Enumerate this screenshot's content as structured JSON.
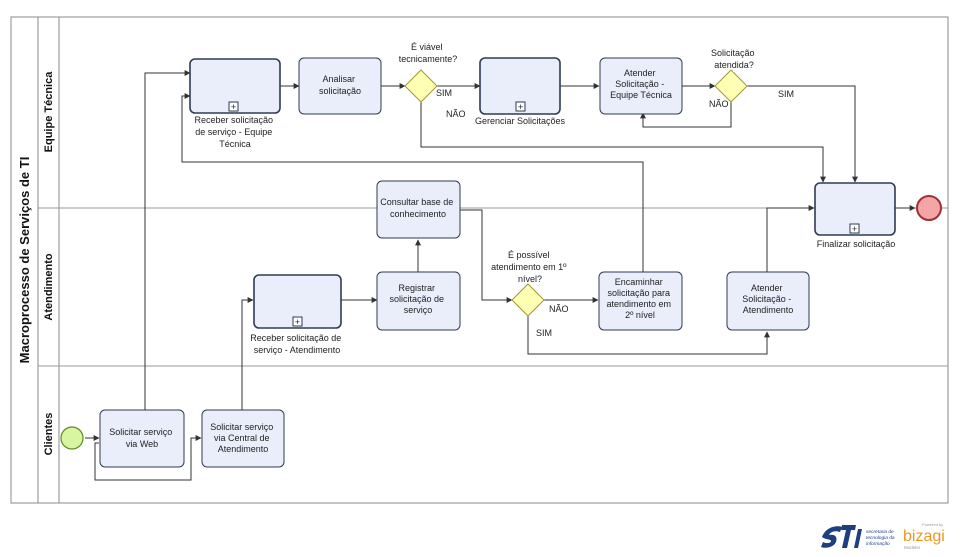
{
  "pool": {
    "title": "Macroprocesso de Serviços de TI"
  },
  "lanes": [
    {
      "id": "equipe",
      "title": "Equipe Técnica"
    },
    {
      "id": "atend",
      "title": "Atendimento"
    },
    {
      "id": "clientes",
      "title": "Clientes"
    }
  ],
  "tasks": {
    "receber_equipe": {
      "label": [
        "Receber solicitação",
        "de serviço - Equipe",
        "Técnica"
      ],
      "subprocess": true
    },
    "analisar": {
      "label": [
        "Analisar",
        "solicitação"
      ],
      "subprocess": false
    },
    "gerenciar": {
      "label": [
        "Gerenciar Solicitações"
      ],
      "subprocess": true
    },
    "atender_equipe": {
      "label": [
        "Atender",
        "Solicitação -",
        "Equipe Técnica"
      ],
      "subprocess": false
    },
    "finalizar": {
      "label": [
        "Finalizar solicitação"
      ],
      "subprocess": true
    },
    "consultar": {
      "label": [
        "Consultar base de",
        "conhecimento"
      ],
      "subprocess": false
    },
    "receber_atend": {
      "label": [
        "Receber solicitação de",
        "serviço - Atendimento"
      ],
      "subprocess": true
    },
    "registrar": {
      "label": [
        "Registrar",
        "solicitação de",
        "serviço"
      ],
      "subprocess": false
    },
    "encaminhar": {
      "label": [
        "Encaminhar",
        "solicitação para",
        "atendimento em",
        "2º nível"
      ],
      "subprocess": false
    },
    "atender_atend": {
      "label": [
        "Atender",
        "Solicitação -",
        "Atendimento"
      ],
      "subprocess": false
    },
    "via_web": {
      "label": [
        "Solicitar serviço",
        "via Web"
      ],
      "subprocess": false
    },
    "via_central": {
      "label": [
        "Solicitar serviço",
        "via Central de",
        "Atendimento"
      ],
      "subprocess": false
    }
  },
  "gateways": {
    "viavel": {
      "question": [
        "É viável",
        "tecnicamente?"
      ],
      "yes": "SIM",
      "no": "NÃO"
    },
    "atendida": {
      "question": [
        "Solicitação",
        "atendida?"
      ],
      "yes": "SIM",
      "no": "NÃO"
    },
    "primeiro_nivel": {
      "question": [
        "É possível",
        "atendimento em 1º",
        "nível?"
      ],
      "yes": "SIM",
      "no": "NÃO"
    }
  },
  "footer": {
    "org_lines": [
      "secretaria de",
      "tecnologia da",
      "informação"
    ],
    "org_mark": "STI",
    "powered_by": "Powered by",
    "brand": "bizagi",
    "brand_sub": "Modeler"
  },
  "colors": {
    "task_fill": "#e9eefa",
    "task_stroke": "#2f3b52",
    "gateway_fill": "#ffffb3",
    "gateway_stroke": "#a09a3a",
    "start_fill": "#d8f5a2",
    "start_stroke": "#5c8a1f",
    "end_fill": "#f4a6a6",
    "end_stroke": "#a0302f",
    "brand": "#f0961e",
    "org": "#1d3f7f"
  }
}
